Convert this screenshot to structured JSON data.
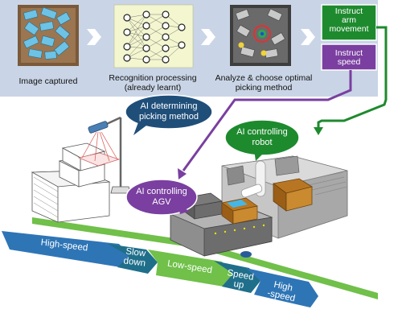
{
  "steps": {
    "captured": "Image captured",
    "recognition_l1": "Recognition processing",
    "recognition_l2": "(already learnt)",
    "analyze_l1": "Analyze & choose optimal",
    "analyze_l2": "picking method"
  },
  "instructions": {
    "arm_l1": "Instruct",
    "arm_l2": "arm",
    "arm_l3": "movement",
    "speed_l1": "Instruct",
    "speed_l2": "speed"
  },
  "bubbles": {
    "picking_l1": "AI determining",
    "picking_l2": "picking method",
    "robot_l1": "AI controlling",
    "robot_l2": "robot",
    "agv_l1": "AI controlling",
    "agv_l2": "AGV"
  },
  "road": {
    "high_speed": "High-speed",
    "slow_l1": "Slow",
    "slow_l2": "down",
    "low_speed": "Low-speed",
    "speed_up_l1": "Speed",
    "speed_up_l2": "up",
    "high2_l1": "High",
    "high2_l2": "-speed"
  },
  "colors": {
    "top_panel": "#c9d5e6",
    "arm_box": "#1e8a2e",
    "speed_box": "#7a3fa0",
    "picking_bubble": "#1f4e79",
    "robot_bubble": "#1e8a2e",
    "agv_bubble": "#7a3fa0",
    "road_blue": "#2e75b6",
    "road_teal": "#1f6f8b",
    "road_green": "#70c04a"
  },
  "icons": [
    "chevron-right-icon",
    "camera-icon",
    "neural-network-icon",
    "target-icon"
  ]
}
